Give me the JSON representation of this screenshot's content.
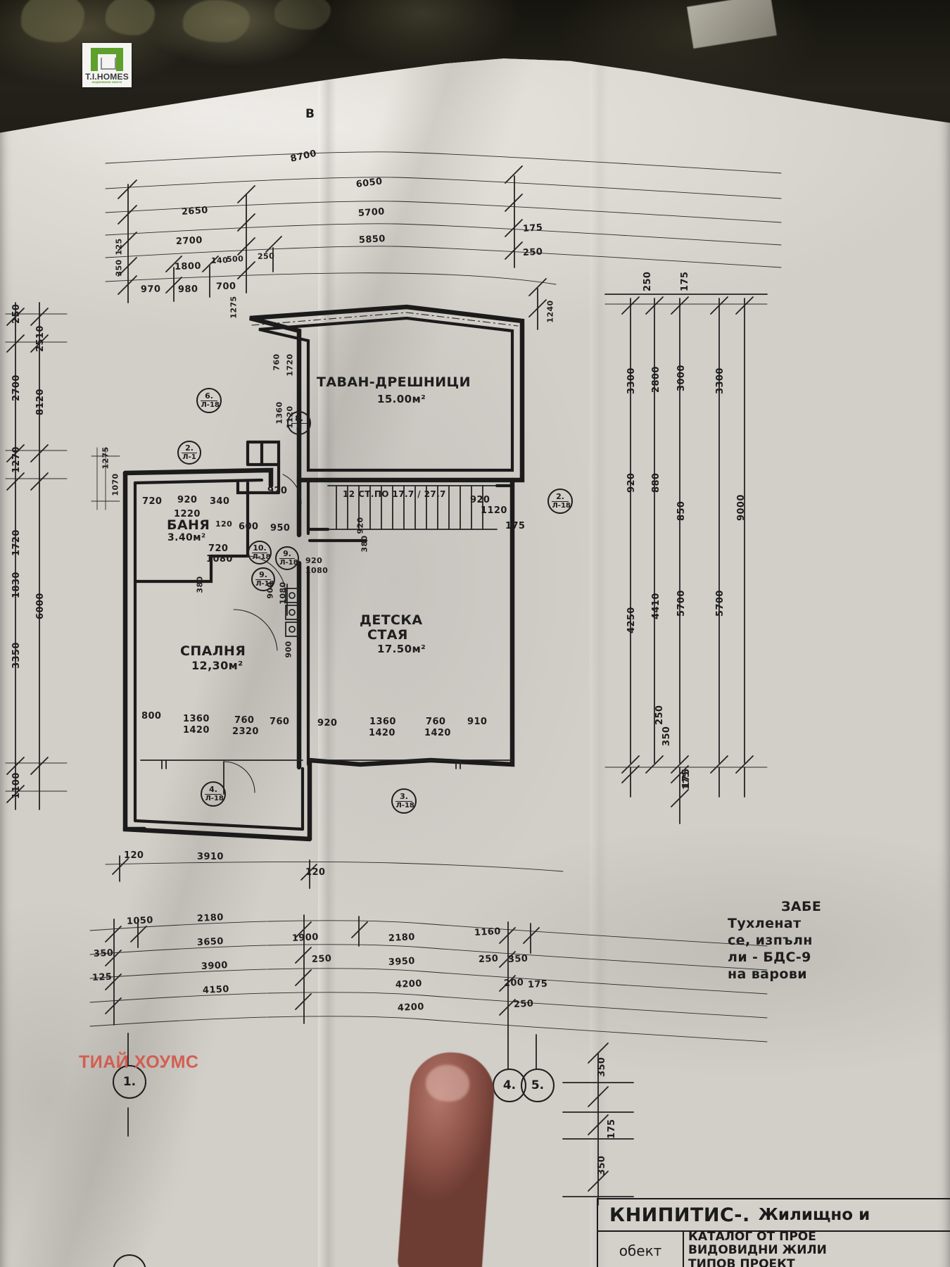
{
  "meta": {
    "doc_kind": "architectural-floor-plan-photo",
    "language": "bg"
  },
  "logo": {
    "brand": "T.I.HOMES",
    "tagline": "недвижими имоти",
    "green": "#5ea02b"
  },
  "watermark": {
    "text": "ТИАЙ ХОУМС",
    "color": "#d4564a"
  },
  "rooms": [
    {
      "id": "attic",
      "name": "ТАВАН-ДРЕШНИЦИ",
      "area": "15.00м²"
    },
    {
      "id": "bath",
      "name": "БАНЯ",
      "area": "3.40м²"
    },
    {
      "id": "bedroom",
      "name": "СПАЛНЯ",
      "area": "12,30м²"
    },
    {
      "id": "kids",
      "name": "ДЕТСКА\nСТАЯ",
      "area": "17.50м²"
    }
  ],
  "room_labels": {
    "attic_name": "ТАВАН-ДРЕШНИЦИ",
    "attic_area": "15.00м²",
    "bath_name": "БАНЯ",
    "bath_area": "3.40м²",
    "bedroom_name": "СПАЛНЯ",
    "bedroom_area": "12,30м²",
    "kids_name1": "ДЕТСКА",
    "kids_name2": "СТАЯ",
    "kids_area": "17.50м²"
  },
  "top_dimensions": {
    "row1": [
      "8700"
    ],
    "row2": [
      "6050"
    ],
    "row3": [
      "2650",
      "5700",
      "175"
    ],
    "row4": [
      "2700",
      "5850",
      "250"
    ],
    "row5": [
      "1800",
      "140",
      "500",
      "250"
    ],
    "row6": [
      "970",
      "980",
      "700"
    ],
    "left_edge": [
      "125",
      "350"
    ]
  },
  "stair_note": "12 СТ.ПО 17.7 / 27.7",
  "bottom_dimensions": {
    "row1": [
      "1050",
      "2180",
      "1900",
      "2180",
      "1160"
    ],
    "row2": [
      "350",
      "3650",
      "250",
      "3950",
      "250",
      "350"
    ],
    "row3": [
      "125",
      "3900",
      "4200",
      "200",
      "175"
    ],
    "row4": [
      "4150",
      "4200",
      "250"
    ],
    "plan_edge": [
      "120",
      "3910",
      "120"
    ]
  },
  "right_dimensions": {
    "col_a": [
      "250",
      "175"
    ],
    "col_b": [
      "3300",
      "2800",
      "3000",
      "3300"
    ],
    "col_c": [
      "920",
      "880",
      "850",
      "9000"
    ],
    "col_d": [
      "4250",
      "4410",
      "5700",
      "5700"
    ],
    "col_e": [
      "250",
      "175"
    ]
  },
  "left_dimensions": {
    "col_1": [
      "250",
      "2510",
      "1270",
      "1830",
      "3350"
    ],
    "col_2": [
      "2700",
      "8120",
      "1720",
      "6000",
      "1100"
    ]
  },
  "interior_dimensions": {
    "bath_top": [
      "720",
      "920",
      "340",
      "1220"
    ],
    "bath_mid": [
      "120",
      "600",
      "950"
    ],
    "bath_low": [
      "720",
      "1080"
    ],
    "stair_right": [
      "920",
      "1120",
      "175"
    ],
    "bedroom_bottom": [
      "800",
      "1360",
      "1420",
      "760",
      "2320"
    ],
    "kids_bottom": [
      "760",
      "920",
      "1360",
      "1420",
      "760",
      "1420",
      "910"
    ],
    "col_left": [
      "760",
      "1720",
      "1360",
      "1120"
    ],
    "misc": [
      "1275",
      "1240",
      "1070",
      "920",
      "1080",
      "380",
      "900"
    ]
  },
  "markers": [
    {
      "num": "6.",
      "sub": "Л-18"
    },
    {
      "num": "2.",
      "sub": "Л-1"
    },
    {
      "num": "8.",
      "sub": "Л"
    },
    {
      "num": "2.",
      "sub": "Л-18"
    },
    {
      "num": "10.",
      "sub": "Л-18"
    },
    {
      "num": "9.",
      "sub": "Л-18"
    },
    {
      "num": "9.",
      "sub": "Л-18"
    },
    {
      "num": "4.",
      "sub": "Л-18"
    },
    {
      "num": "3.",
      "sub": "Л-18"
    }
  ],
  "axis_bubbles": [
    "1.",
    "4.",
    "5."
  ],
  "notes": {
    "header": "ЗАБЕ",
    "lines": [
      "Тухленат",
      "се, изпълн",
      "ли - БДС-9",
      "на варови"
    ]
  },
  "title_block": {
    "org": "КНИПИТИС-.",
    "org_rest": "Жилищно и",
    "label_object": "обект",
    "catalog_lines": [
      "КАТАЛОГ ОТ ПРОЕ",
      "ВИДОВИДНИ ЖИЛИ",
      "ТИПОВ ПРОЕКТ"
    ]
  },
  "section_marks": {
    "top": "В"
  }
}
